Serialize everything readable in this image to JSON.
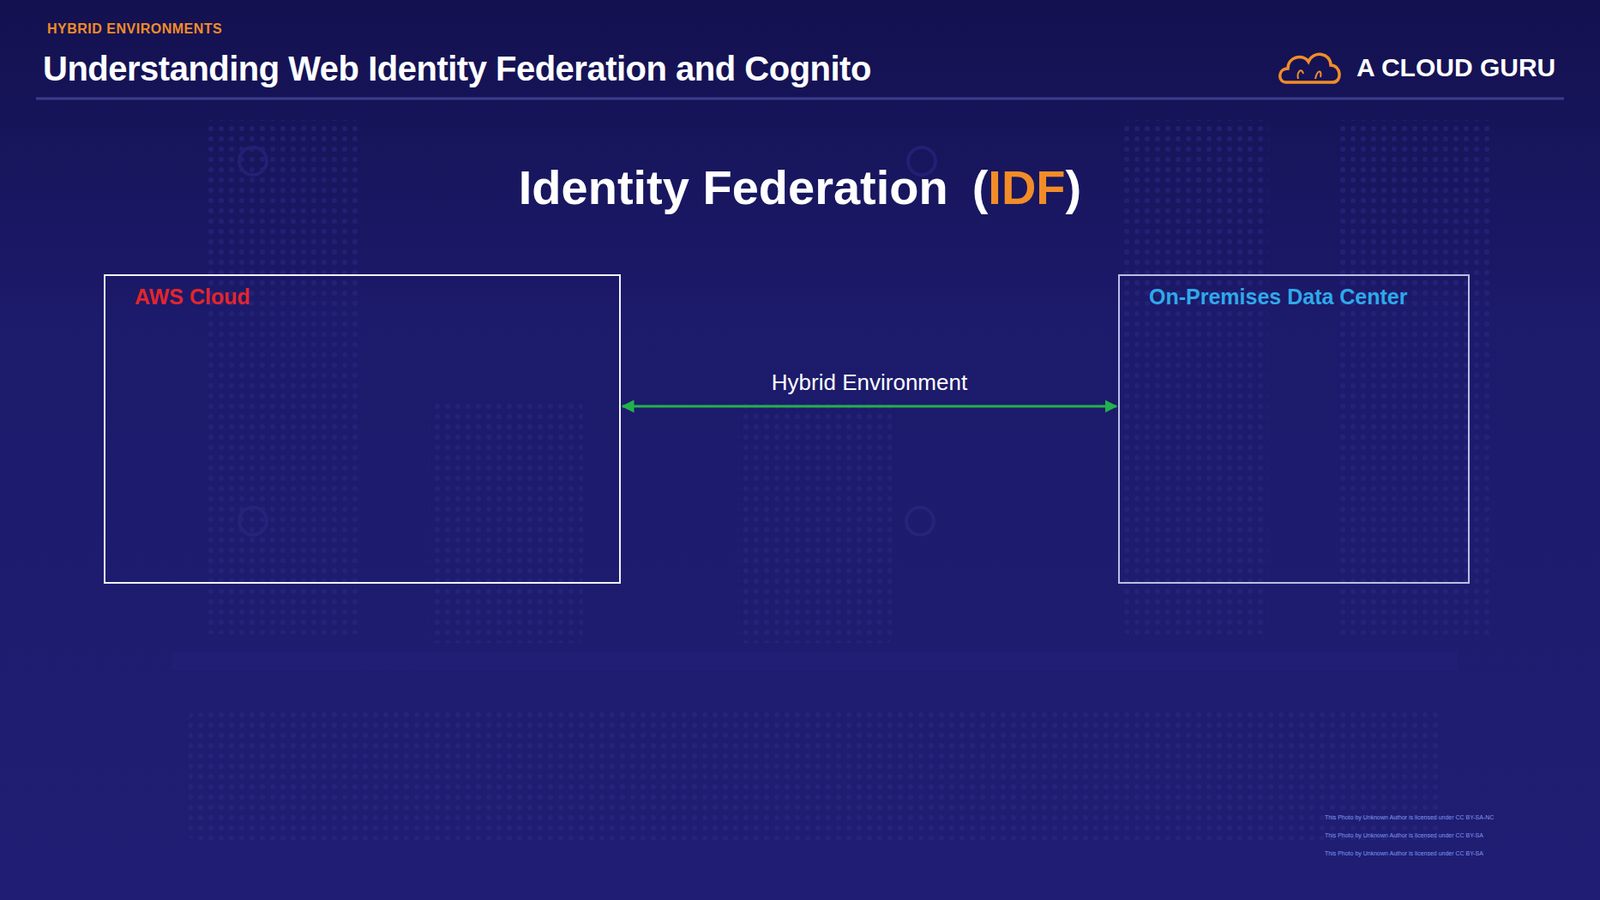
{
  "diagram": {
    "title": "Understanding Web Identity Federation and Cognito",
    "nodes": [
      {
        "text": [
          "AWS Cloud"
        ]
      },
      {
        "text": [
          "On-Premises Data Center"
        ]
      }
    ],
    "edges": [
      {
        "from": 0,
        "to": 1,
        "arrow": "both",
        "label": "Hybrid Environment"
      }
    ],
    "labels": [
      "HYBRID ENVIRONMENTS",
      "A CLOUD GURU",
      "Identity Federation",
      "(",
      "IDF",
      ")",
      "This Photo by Unknown Author is licensed under CC BY-SA-NC",
      "This Photo by Unknown Author is licensed under CC BY-SA",
      "This Photo by Unknown Author is licensed under CC BY-SA"
    ]
  }
}
